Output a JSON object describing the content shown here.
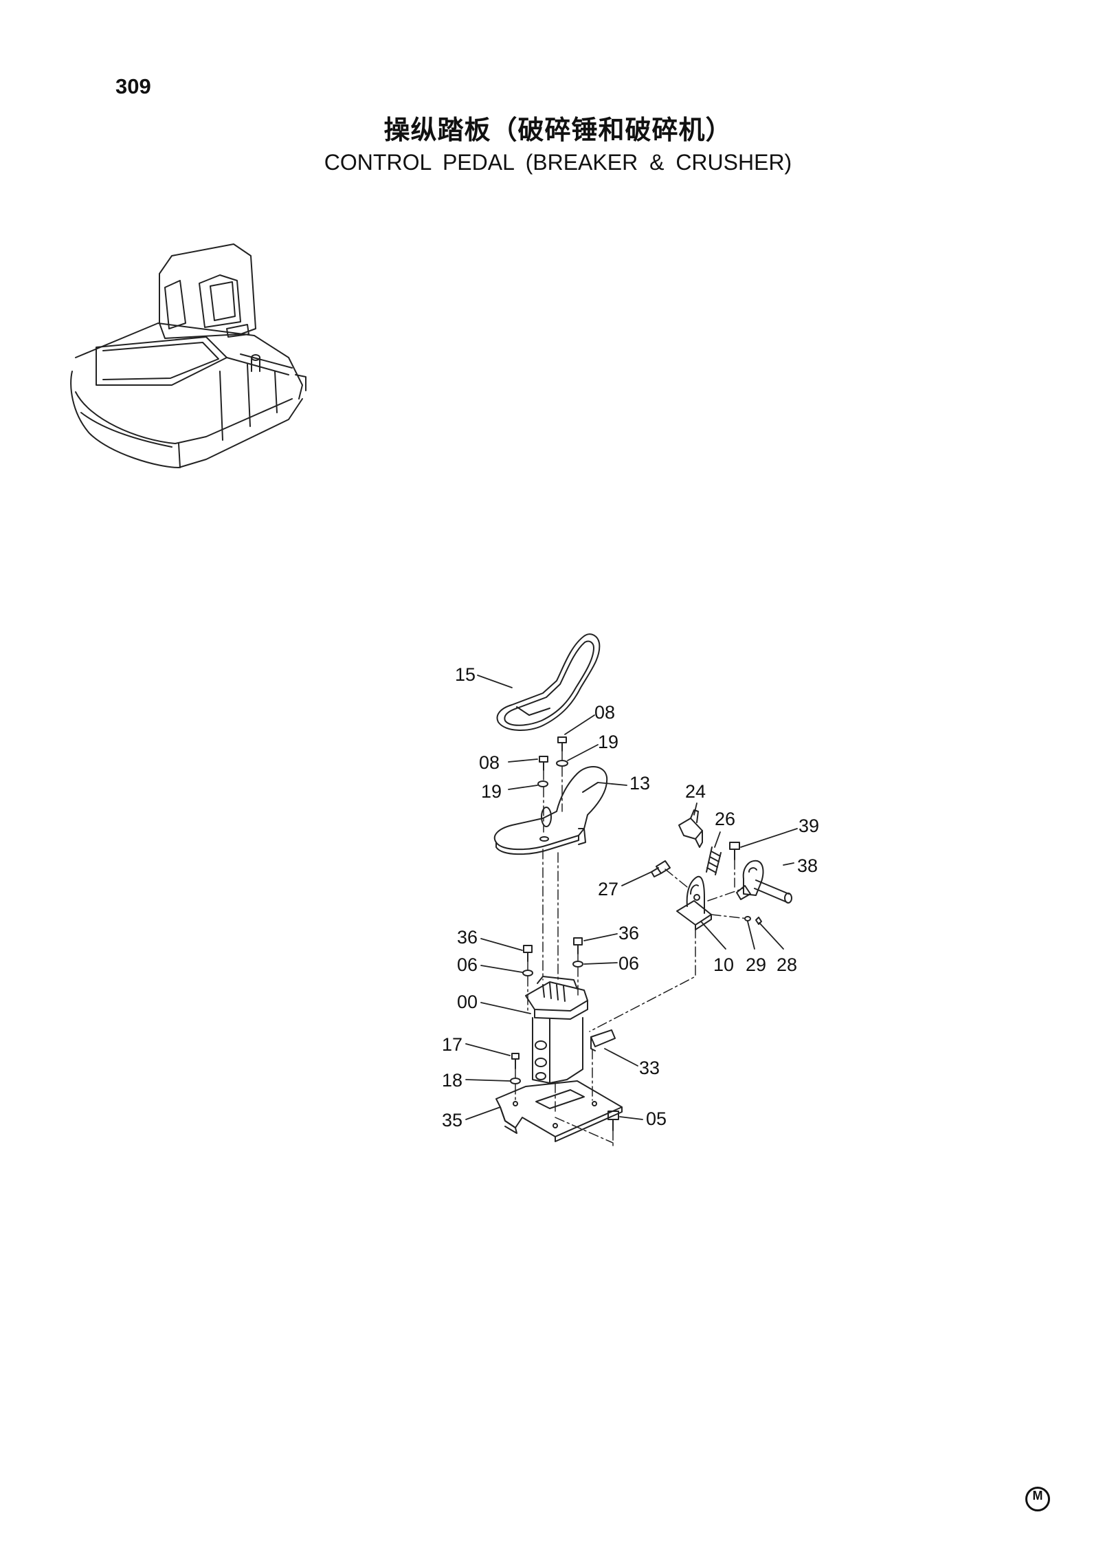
{
  "page": {
    "number": "309",
    "title_cn": "操纵踏板（破碎锤和破碎机）",
    "title_en": "CONTROL  PEDAL  (BREAKER & CRUSHER)",
    "corner_mark": "M"
  },
  "parts": {
    "p15": "15",
    "p08a": "08",
    "p19a": "19",
    "p08b": "08",
    "p19b": "19",
    "p13": "13",
    "p24": "24",
    "p26": "26",
    "p39": "39",
    "p38": "38",
    "p27": "27",
    "p36a": "36",
    "p36b": "36",
    "p06a": "06",
    "p06b": "06",
    "p10": "10",
    "p29": "29",
    "p28": "28",
    "p00": "00",
    "p17": "17",
    "p33": "33",
    "p18": "18",
    "p35": "35",
    "p05": "05"
  }
}
